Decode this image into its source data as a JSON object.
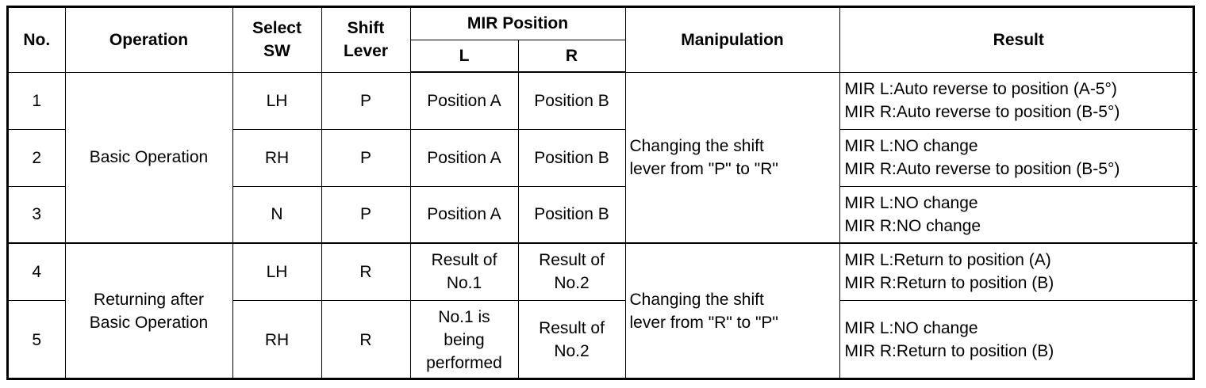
{
  "headers": {
    "no": "No.",
    "operation": "Operation",
    "select_sw": [
      "Select",
      "SW"
    ],
    "shift_lever": [
      "Shift",
      "Lever"
    ],
    "mir_position": "MIR Position",
    "mir_l": "L",
    "mir_r": "R",
    "manipulation": "Manipulation",
    "result": "Result"
  },
  "groups": [
    {
      "operation": "Basic Operation",
      "manipulation": [
        "Changing the shift",
        "lever from \"P\" to \"R\""
      ]
    },
    {
      "operation": [
        "Returning after",
        "Basic Operation"
      ],
      "manipulation": [
        "Changing the shift",
        "lever from \"R\" to \"P\""
      ]
    }
  ],
  "rows": [
    {
      "no": "1",
      "select_sw": "LH",
      "shift_lever": "P",
      "mir_l": [
        "Position A"
      ],
      "mir_r": [
        "Position B"
      ],
      "result": [
        "MIR L:Auto reverse to position (A-5°)",
        "MIR R:Auto reverse to position (B-5°)"
      ]
    },
    {
      "no": "2",
      "select_sw": "RH",
      "shift_lever": "P",
      "mir_l": [
        "Position A"
      ],
      "mir_r": [
        "Position B"
      ],
      "result": [
        "MIR L:NO change",
        "MIR R:Auto reverse to position (B-5°)"
      ]
    },
    {
      "no": "3",
      "select_sw": "N",
      "shift_lever": "P",
      "mir_l": [
        "Position A"
      ],
      "mir_r": [
        "Position B"
      ],
      "result": [
        "MIR L:NO change",
        "MIR R:NO change"
      ]
    },
    {
      "no": "4",
      "select_sw": "LH",
      "shift_lever": "R",
      "mir_l": [
        "Result of",
        "No.1"
      ],
      "mir_r": [
        "Result of",
        "No.2"
      ],
      "result": [
        "MIR L:Return to position (A)",
        "MIR R:Return to position (B)"
      ]
    },
    {
      "no": "5",
      "select_sw": "RH",
      "shift_lever": "R",
      "mir_l": [
        "No.1 is",
        "being",
        "performed"
      ],
      "mir_r": [
        "Result of",
        "No.2"
      ],
      "result": [
        "MIR L:NO change",
        "MIR R:Return to position (B)"
      ]
    }
  ]
}
